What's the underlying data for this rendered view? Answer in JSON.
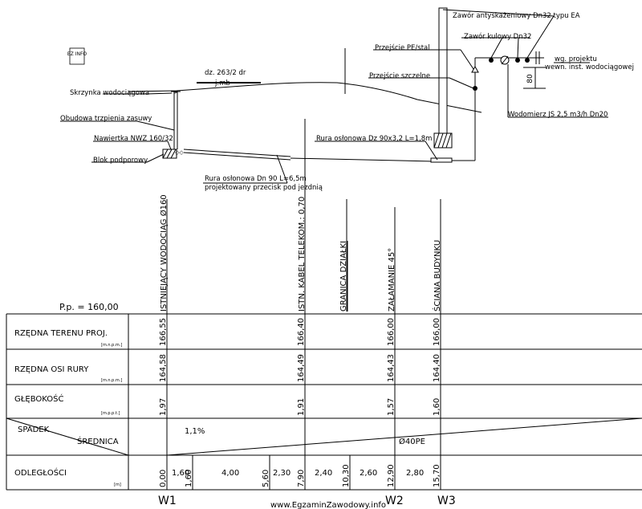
{
  "logo_text": "EZ INFO",
  "labels": {
    "zawor_antyskazeniowy": "Zawór antyskażeniowy Dn32 typu EA",
    "zawor_kulowy": "Zawór kulowy Dn32",
    "przejscie_pe_stal": "Przejście PE/stal",
    "wg_projektu_1": "wg. projektu",
    "wg_projektu_2": "wewn. inst. wodociągowej",
    "przejscie_szczelne": "Przejście szczelne",
    "dim_80": "80",
    "dz": "dz. 263/2 dr",
    "jmb": "j.mb",
    "skrzynka": "Skrzynka wodociągowa",
    "obudowa": "Obudowa trzpienia zasuwy",
    "wodomierz": "Wodomierz JS 2,5 m3/h Dn20",
    "nawiertka": "Nawiertka NWZ 160/32",
    "rura_oslonowa_dz": "Rura osłonowa Dz 90x3,2 L=1,8m",
    "blok": "Blok podporowy",
    "rura_oslonowa_dn_1": "Rura osłonowa Dn 90 L=6,5m",
    "rura_oslonowa_dn_2": "projektowany przecisk pod jezdnią"
  },
  "stations": {
    "istniejacy": "ISTNIEJĄCY WODOCIĄG Ø160",
    "kabel": "ISTN. KABEL TELEKOM.: 0,70",
    "granica": "GRANICA DZIAŁKI",
    "zalamanie": "ZAŁAMANIE 45°",
    "sciana": "ŚCIANA BUDYNKU"
  },
  "table": {
    "pp": "P.p. = 160,00",
    "rows": {
      "rzedna_terenu": "RZĘDNA TERENU PROJ.",
      "rzedna_terenu_unit": "[m.n.p.m.]",
      "rzedna_osi": "RZĘDNA OSI RURY",
      "rzedna_osi_unit": "[m.n.p.m.]",
      "glebokosc": "GŁĘBOKOŚĆ",
      "glebokosc_unit": "[m.p.p.t.]",
      "spadek": "SPADEK",
      "srednica": "ŚREDNICA",
      "odleglosci": "ODLEGŁOŚCI",
      "odleglosci_unit": "[m]"
    },
    "terrain": {
      "istniejacy": "166,55",
      "kabel": "166,40",
      "zalamanie": "166,00",
      "sciana": "166,00"
    },
    "axis": {
      "istniejacy": "164,58",
      "kabel": "164,49",
      "zalamanie": "164,43",
      "sciana": "164,40"
    },
    "depth": {
      "istniejacy": "1,97",
      "kabel": "1,91",
      "zalamanie": "1,57",
      "sciana": "1,60"
    },
    "slope": "1,1%",
    "diameter": "Ø40PE",
    "cumulative": [
      "0,00",
      "1,60",
      "5,60",
      "7,90",
      "10,30",
      "12,90",
      "15,70"
    ],
    "segments": [
      "1,60",
      "4,00",
      "2,30",
      "2,40",
      "2,60",
      "2,80"
    ]
  },
  "wells": {
    "w1": "W1",
    "w2": "W2",
    "w3": "W3"
  },
  "footer": "www.EgzaminZawodowy.info"
}
